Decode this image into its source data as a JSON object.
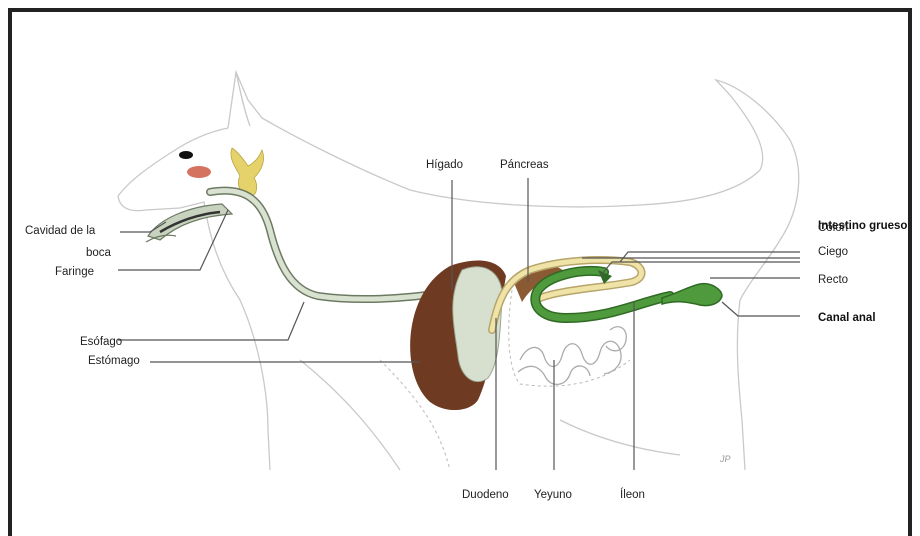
{
  "labels": {
    "cavidad_boca_1": "Cavidad de la",
    "cavidad_boca_2": "boca",
    "faringe": "Faringe",
    "esofago": "Esófago",
    "estomago": "Estómago",
    "higado": "Hígado",
    "pancreas": "Páncreas",
    "intestino_grueso": "Intestino grueso",
    "colon": "Colon",
    "ciego": "Ciego",
    "recto": "Recto",
    "canal_anal": "Canal anal",
    "duodeno": "Duodeno",
    "yeyuno": "Yeyuno",
    "ileon": "Íleon",
    "signature": "JP"
  },
  "colors": {
    "liver": "#6e3a22",
    "stomach": "#d7dfcf",
    "esophagus": "#c8d3bf",
    "pancreas": "#8a5a35",
    "small_intestine": "#efe3a8",
    "large_intestine": "#4e9a3c",
    "gland": "#e5d26a",
    "nose_patch": "#d4735f",
    "body_outline": "#c9c9c9",
    "leader": "#555555"
  }
}
